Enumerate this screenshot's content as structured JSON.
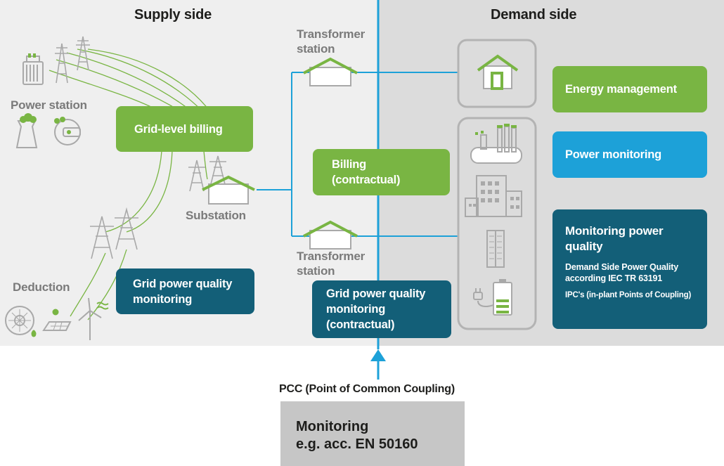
{
  "headers": {
    "supply": "Supply side",
    "demand": "Demand side"
  },
  "labels": {
    "power_station": "Power station",
    "substation": "Substation",
    "deduction": "Deduction",
    "transformer_top_1": "Transformer",
    "transformer_top_2": "station",
    "transformer_bottom_1": "Transformer",
    "transformer_bottom_2": "station",
    "pcc": "PCC (Point of Common Coupling)"
  },
  "boxes": {
    "grid_level_billing": "Grid-level billing",
    "grid_pq_monitoring_1": "Grid power quality",
    "grid_pq_monitoring_2": "monitoring",
    "billing_1": "Billing",
    "billing_2": "(contractual)",
    "grid_pq_contract_1": "Grid power quality",
    "grid_pq_contract_2": "monitoring",
    "grid_pq_contract_3": "(contractual)",
    "energy_management": "Energy management",
    "power_monitoring": "Power monitoring",
    "monitoring_pq_1": "Monitoring power",
    "monitoring_pq_2": "quality",
    "monitoring_pq_sub_1": "Demand Side Power Quality",
    "monitoring_pq_sub_2": "according IEC TR 63191",
    "monitoring_pq_sub_3": "IPC's (in-plant Points of Coupling)"
  },
  "monitoring_box": {
    "line_1": "Monitoring",
    "line_2": "e.g. acc. EN 50160"
  },
  "colors": {
    "supply_bg": "#efefef",
    "demand_bg": "#dcdcdc",
    "green": "#79b543",
    "blue": "#1da1d8",
    "teal": "#135f78",
    "icon_gray": "#a9a9a9"
  }
}
